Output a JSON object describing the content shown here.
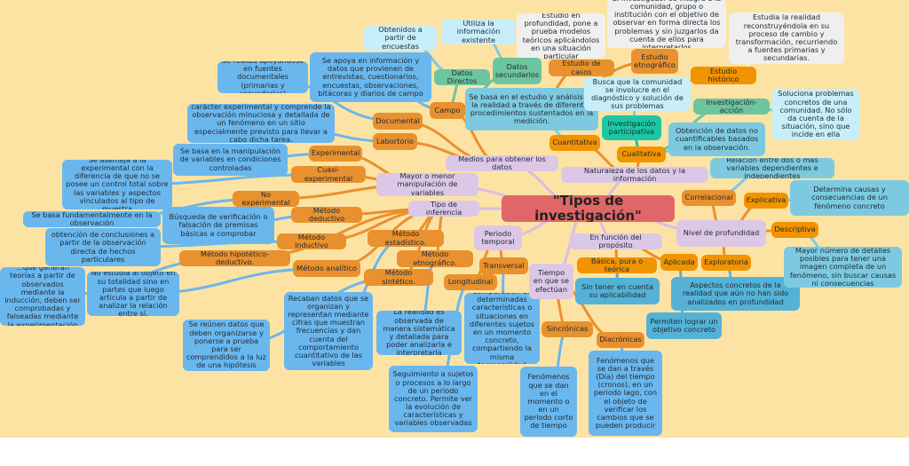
{
  "root": "\"Tipos de investigación\"",
  "nodes": {
    "obtenidos": "Obtenidos a partir de encuestas",
    "utiliza": "Utiliza la información existente",
    "estudio_prof": "Estudio en profundidad, pone a prueba modelos teóricos aplicándolos en una situación particular",
    "investigador": "El investigador se integra a la comunidad, grupo o institución con el objetivo de observar en forma directa los problemas y sin juzgarlos da cuenta de ellos para interpretarlos",
    "estudia_realidad": "Estudia la realidad reconstruyéndola en su proceso de cambio y transformación, recurriendo a fuentes primarias y secundarias.",
    "estudio_casos": "Estudio de casos",
    "estudio_etno": "Estudio etnográfico",
    "estudio_hist": "Estudio histórico",
    "datos_directos": "Datos Directos",
    "datos_secundarios": "Datos secundarios",
    "campo": "Campo",
    "documental": "Documental",
    "labortorio": "Labortorio",
    "se_realiza": "Se realiza apoyándose en fuentes documentales (primarias y secundarias)",
    "se_apoya": "Se apoya en información y datos que provienen de entrevistas, cuestionarios, encuestas, observaciones, bitácoras y diarios de campo",
    "caracter": "carácter experimental y comprende la observación minuciosa y detallada de un fenómeno en un sitio especialmente previsto para llevar a cabo dicha tarea.",
    "se_basa_manip": "Se basa en la manipulación de variables en condiciones controladas",
    "se_asemeja": "Se asemeja a la experimental con la diferencia de que no se posee un control total sobre las variables y aspectos vinculados al tipo de muestra",
    "se_basa_obs": "Se basa fundamentalmente en la observación",
    "busqueda": "Búsqueda de verificación o falsación de premisas básicas a comprobar",
    "obtencion_concl": "obtención de conclusiones a partir de la observación directa de hechos particulares",
    "generan_teorias": "...que generan teorías a partir de observados mediante la inducción, deben ser comprobadas y falseadas mediante la experimentación",
    "no_estudia": "No estudia al objeto en su totalidad sino en partes que luego articula a partir de analizar la relación entre sí.",
    "se_reunen": "Se reúnen datos que deben organizarse y ponerse a prueba para ser comprendidos a la luz de una hipótesis",
    "recaban": "Recaban datos que se organizan y representan mediante cifras que muestran frecuencias y dan cuenta del comportamiento cuantitativo de las variables",
    "realidad_obs": "La realidad es observada de manera sistemática y detallada para poder analizarla e interpretarla",
    "seguimiento": "Seguimiento a sujetos o procesos a lo largo de un periodo concreto. Permite ver la evolución de características y variables observadas",
    "comparacion": "Comparación de determinadas características o situaciones en diferentes sujetos en un momento concreto, compartiendo la misma temporalidad",
    "fen_momento": "Fenómenos que se dan en el momento o en un periodo corto de tiempo",
    "fen_traves": "Fenómenos que se dan a través (Día) del tiempo (cronos), en un periodo lago, con el objeto de verificar los cambios que se pueden producir",
    "experimental": "Experimental",
    "cuasi": "Cuasi-experimental",
    "no_experimental": "No experimental",
    "m_deductivo": "Método deductivo",
    "m_inductivo": "Método inductivo",
    "m_estadistico": "Método estadístico.",
    "m_hipotetico": "Método hipotético-deductivo.",
    "m_analitico": "Método analítico",
    "m_sintetico": "Método sintético.",
    "m_etnografico": "Método etnográfico.",
    "longitudinal": "Longitudinal",
    "transversal": "Transversal",
    "sincronicas": "Sincrónicas",
    "diacronicas": "Diacrónicas",
    "basica": "Básica, pura o teórica",
    "aplicada": "Aplicada",
    "exploratoria": "Exploratoria",
    "correlacional": "Correlacional",
    "explicativa": "Explicativa",
    "descriptiva": "Descriptiva",
    "cuantitativa": "Cuantitativa",
    "cualitativa": "Cualitativa",
    "inv_accion": "Investigación-acción",
    "inv_participativa": "Investigación participativa",
    "medios": "Medios para obtener los datos",
    "naturaleza": "Naturaleza de los datos y la información",
    "mayor_menor": "Mayor o menor manipulación de variables",
    "tipo_inferencia": "Tipo de inferencia",
    "periodo": "Periodo temporal",
    "funcion": "En función del propósito",
    "nivel": "Nivel de profundidad",
    "tiempo": "Tiempo en que se efectúan",
    "se_basa_estudio": "Se basa en el estudio y análisis de la realidad a través de diferentes procedimientos sustentados en la medición.",
    "busca_comunidad": "Busca que la comunidad se involucre en el diagnóstico y solución de sus problemas",
    "obtencion_datos": "Obtención de datos no cuantificables basados en la observación.",
    "soluciona": "Soluciona problemas concretos de una comunidad. No sólo da cuenta de la situación, sino que incide en ella",
    "relacion": "Relación entre dos o más variables dependientes e independientes",
    "determina": "Determina causas y consecuencias de un fenómeno concreto",
    "mayor_numero": "Mayor número de detalles posibles para tener una imagen completa de un fenómeno, sin buscar causas ni consecuencias",
    "sin_tener": "Sin tener en cuenta su aplicabilidad",
    "aspectos": "Aspectos concretos de la realidad que aún no han sido analizados en profundidad",
    "permiten": "Permiten lograr un objetivo concreto"
  },
  "colors": {
    "background": "#fde3a3",
    "root": "#e06767",
    "orange": "#e9912e",
    "blue": "#6ab7ee",
    "lavender": "#dcc7e7",
    "green": "#6cc59e"
  }
}
